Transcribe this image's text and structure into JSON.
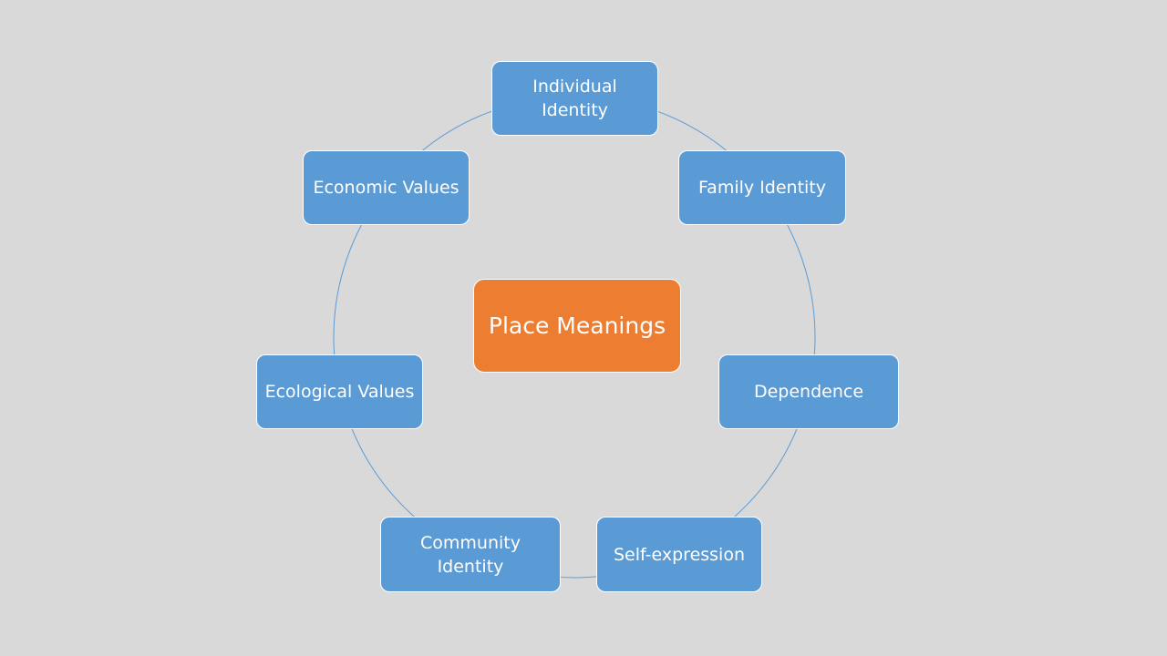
{
  "diagram": {
    "center": {
      "label": "Place Meanings",
      "color": "#ed7d31"
    },
    "nodes": [
      {
        "id": "individual-identity",
        "label": "Individual Identity",
        "color": "#5b9bd5"
      },
      {
        "id": "family-identity",
        "label": "Family Identity",
        "color": "#5b9bd5"
      },
      {
        "id": "dependence",
        "label": "Dependence",
        "color": "#5b9bd5"
      },
      {
        "id": "self-expression",
        "label": "Self-expression",
        "color": "#5b9bd5"
      },
      {
        "id": "community-identity",
        "label": "Community Identity",
        "color": "#5b9bd5"
      },
      {
        "id": "ecological-values",
        "label": "Ecological Values",
        "color": "#5b9bd5"
      },
      {
        "id": "economic-values",
        "label": "Economic Values",
        "color": "#5b9bd5"
      }
    ],
    "ring_color": "#5b9bd5",
    "background": "#d9d9d9"
  }
}
